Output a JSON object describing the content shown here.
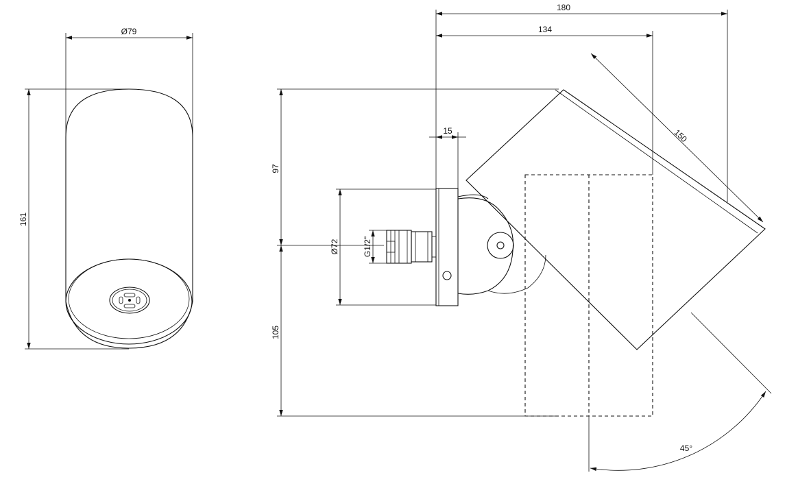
{
  "dimensions": {
    "front_diameter": "Ø79",
    "front_height": "161",
    "total_width": "180",
    "head_reach": "134",
    "head_length": "150",
    "flange_depth": "15",
    "upper_height": "97",
    "lower_height": "105",
    "flange_diameter": "Ø72",
    "thread": "G1/2\"",
    "tilt_angle": "45°"
  }
}
